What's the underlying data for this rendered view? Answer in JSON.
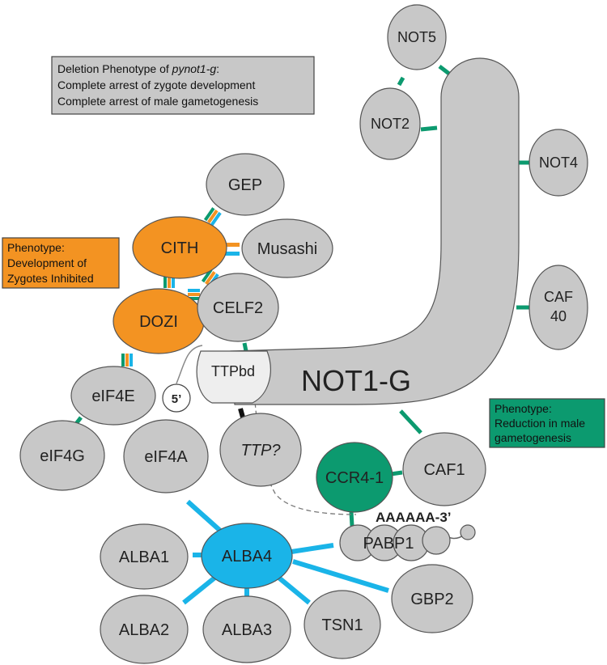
{
  "colors": {
    "grey": "#c8c8c8",
    "light_grey": "#eeeeee",
    "orange": "#f39322",
    "green": "#0c9a6f",
    "blue": "#1ab4e8",
    "stroke": "#555555"
  },
  "boxes": {
    "deletion": {
      "line1_prefix": "Deletion Phenotype of ",
      "line1_italic": "pynot1-g",
      "line1_suffix": ":",
      "line2": "Complete arrest of zygote development",
      "line3": "Complete arrest of male gametogenesis"
    },
    "orange": {
      "line1": "Phenotype:",
      "line2": "Development of",
      "line3": "Zygotes Inhibited"
    },
    "green": {
      "line1": "Phenotype:",
      "line2": "Reduction in male",
      "line3": "gametogenesis"
    }
  },
  "labels": {
    "not1g": "NOT1-G",
    "ttpbd": "TTPbd",
    "five_prime": "5’",
    "polya": "AAAAAA-3’",
    "caf40_line1": "CAF",
    "caf40_line2": "40"
  },
  "nodes": {
    "not5": "NOT5",
    "not2": "NOT2",
    "not4": "NOT4",
    "gep": "GEP",
    "cith": "CITH",
    "musashi": "Musashi",
    "dozi": "DOZI",
    "celf2": "CELF2",
    "eif4e": "eIF4E",
    "eif4g": "eIF4G",
    "eif4a": "eIF4A",
    "ttp": "TTP?",
    "ccr41": "CCR4-1",
    "caf1": "CAF1",
    "pabp1": "PABP1",
    "alba1": "ALBA1",
    "alba4": "ALBA4",
    "alba2": "ALBA2",
    "alba3": "ALBA3",
    "tsn1": "TSN1",
    "gbp2": "GBP2"
  }
}
